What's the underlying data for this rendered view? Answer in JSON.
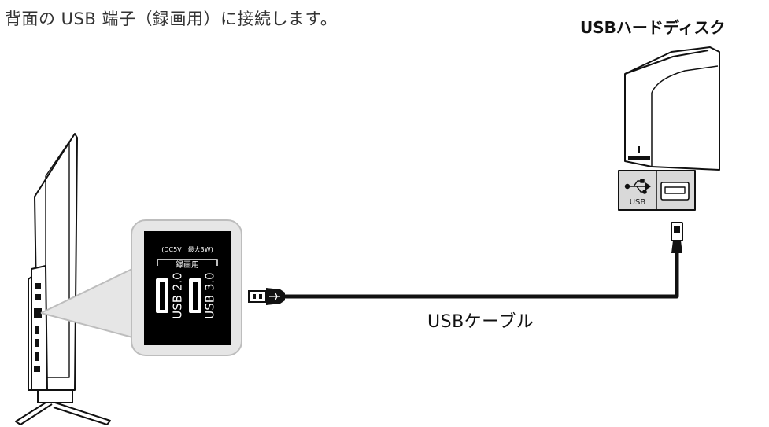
{
  "instruction": "背面の USB 端子（録画用）に接続します。",
  "hdd": {
    "label": "USBハードディスク",
    "port_caption": "USB"
  },
  "cable": {
    "label": "USBケーブル"
  },
  "tv_panel": {
    "power_note": "(DC5V　最大3W)",
    "recording_label": "録画用",
    "port1": "USB 2.0",
    "port2": "USB 3.0"
  },
  "colors": {
    "panel_bg": "#000000",
    "callout_bg": "#e6e6e6",
    "callout_border": "#bdbdbd",
    "port_plate": "#d9d9d9"
  }
}
